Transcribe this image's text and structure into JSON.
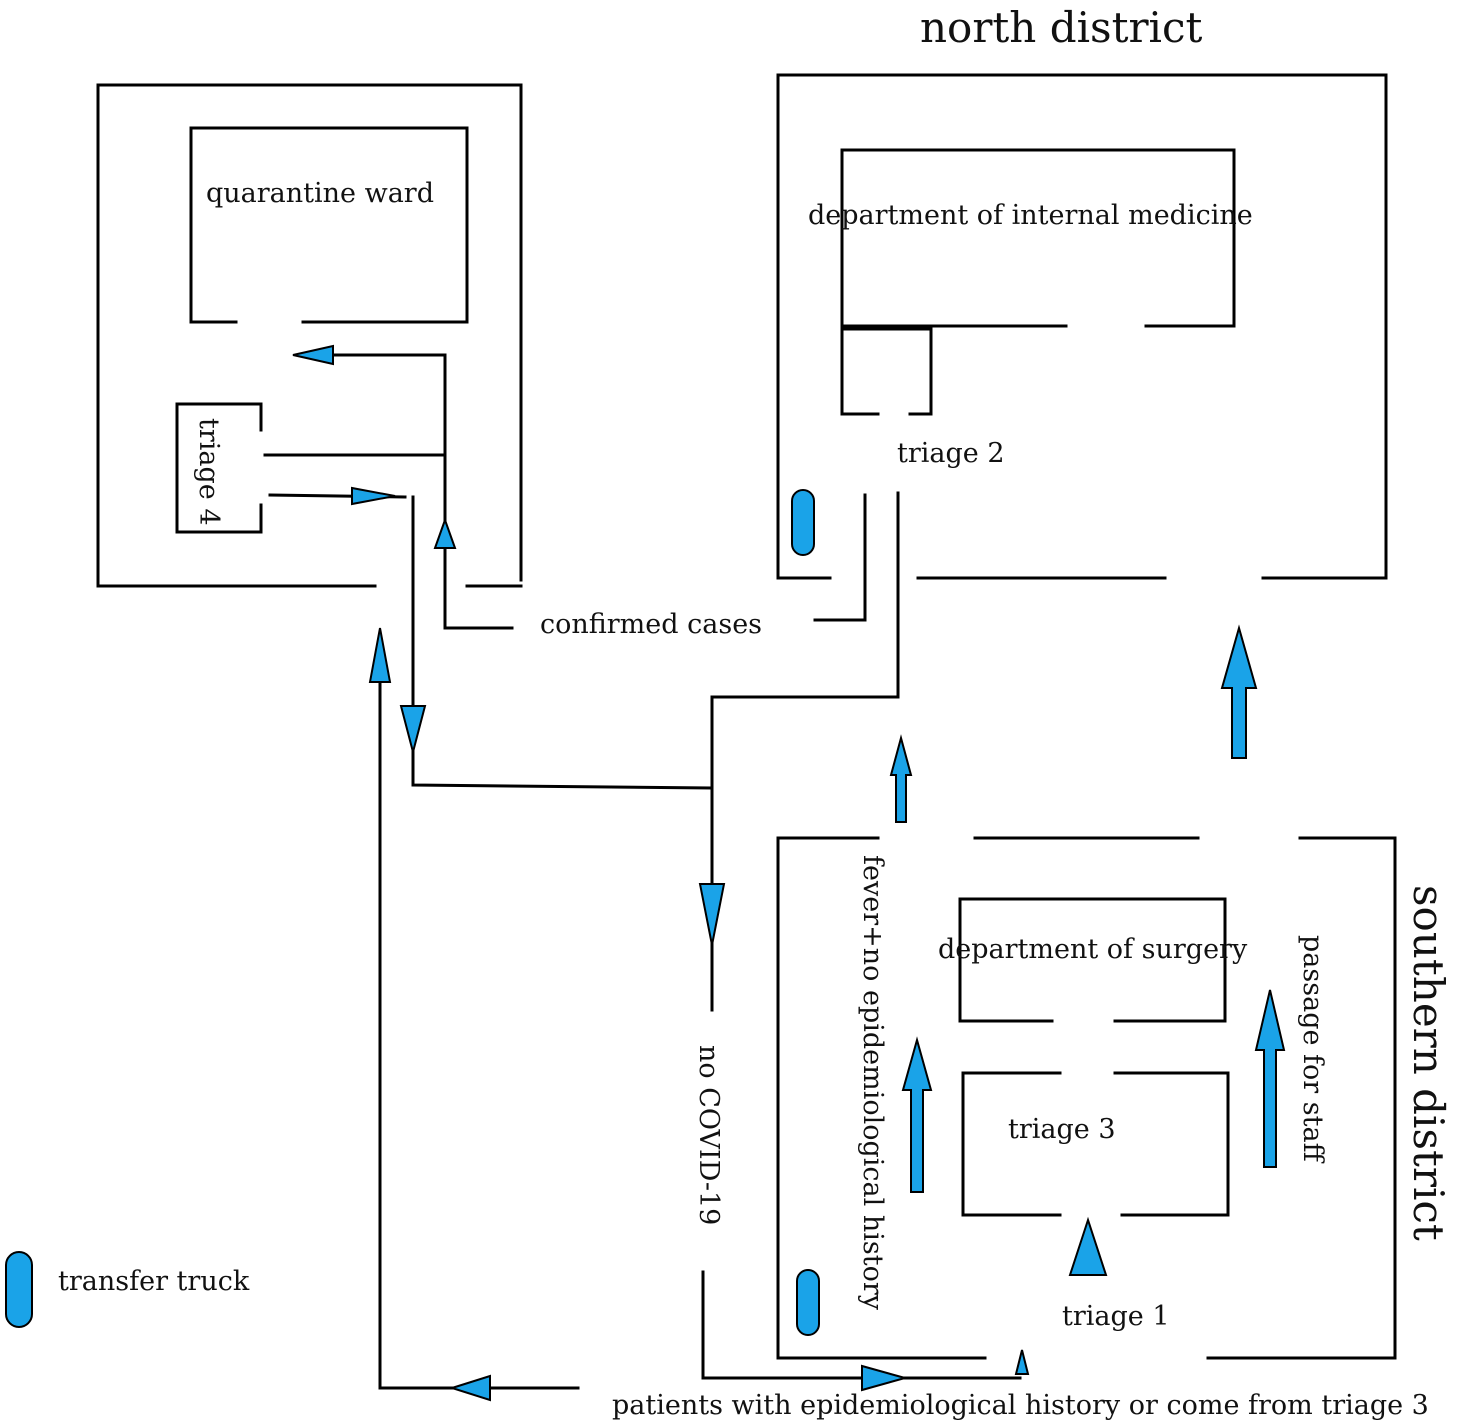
{
  "title_north": "north district",
  "title_south": "southern district",
  "rooms": {
    "quarantine": "quarantine ward",
    "internal_medicine": "department of internal medicine",
    "surgery": "department of surgery",
    "triage1": "triage 1",
    "triage2": "triage 2",
    "triage3": "triage 3",
    "triage4": "triage 4"
  },
  "paths": {
    "confirmed": "confirmed cases",
    "no_covid": "no COVID-19",
    "fever": "fever+no epidemiological history",
    "staff": "passage for staff",
    "epidemiological": "patients with epidemiological history or come from triage 3"
  },
  "legend": {
    "truck_label": "transfer truck",
    "truck_icon": "transfer-truck-icon"
  },
  "colors": {
    "arrow": "#1aa3e8",
    "wall": "#000000"
  }
}
